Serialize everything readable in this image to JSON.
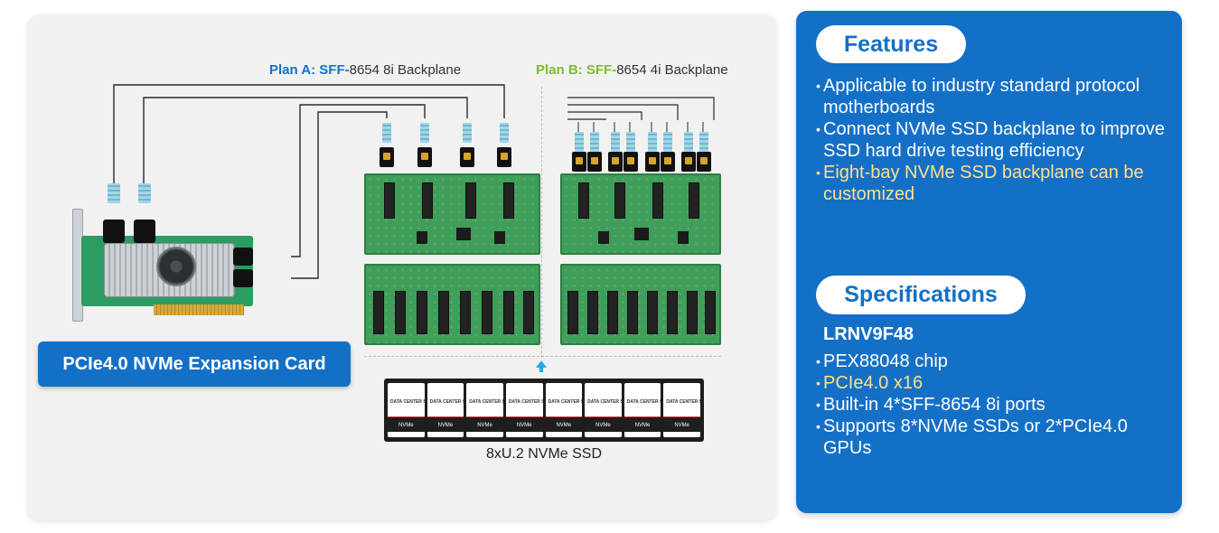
{
  "diagram": {
    "plan_a": {
      "name": "Plan A:",
      "sff": "SFF-",
      "rest": "8654 8i Backplane"
    },
    "plan_b": {
      "name": "Plan B:",
      "sff": "SFF-",
      "rest": "8654 4i Backplane"
    },
    "card_label": "PCIe4.0 NVMe Expansion Card",
    "ssd_label": "8xU.2 NVMe SSD",
    "ssd_top_text": "DATA CENTER SSD",
    "ssd_brand_text": "NVMe",
    "colors": {
      "plan_a": "#1273c9",
      "plan_b": "#7dbd2d",
      "accent": "#1470c7"
    }
  },
  "info": {
    "features_title": "Features",
    "features": [
      {
        "text": "Applicable to industry standard protocol motherboards",
        "highlight": false
      },
      {
        "text": "Connect NVMe SSD backplane to improve SSD hard drive testing efficiency",
        "highlight": false
      },
      {
        "text": "Eight-bay NVMe SSD backplane can be customized",
        "highlight": true
      }
    ],
    "specs_title": "Specifications",
    "model": "LRNV9F48",
    "specs": [
      {
        "text": "PEX88048 chip",
        "highlight": false
      },
      {
        "text": "PCIe4.0 x16",
        "highlight": true
      },
      {
        "text": "Built-in 4*SFF-8654 8i ports",
        "highlight": false
      },
      {
        "text": "Supports 8*NVMe SSDs or 2*PCIe4.0 GPUs",
        "highlight": false
      }
    ],
    "highlight_color": "#ffe08a"
  }
}
